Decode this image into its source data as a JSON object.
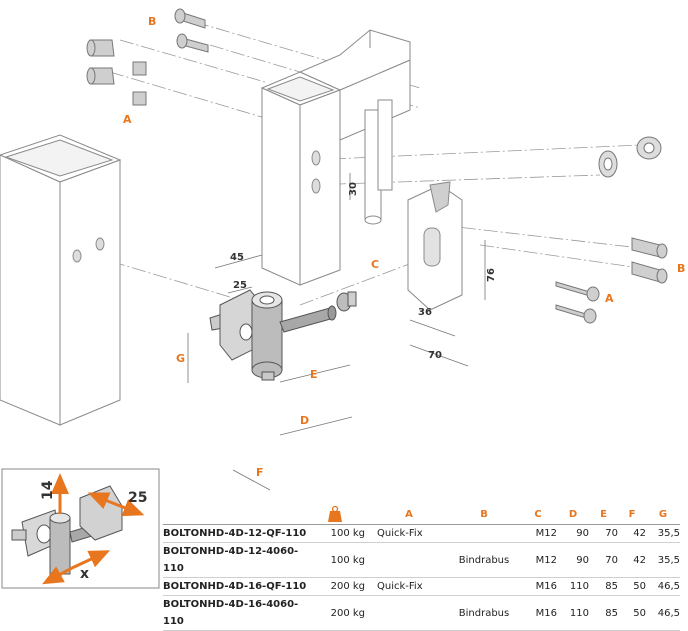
{
  "labels": {
    "A": "A",
    "B": "B",
    "C": "C",
    "D": "D",
    "E": "E",
    "F": "F",
    "G": "G",
    "dim_45": "45",
    "dim_25": "25",
    "dim_30": "30",
    "dim_76": "76",
    "dim_36": "36",
    "dim_70": "70"
  },
  "inset": {
    "adjust_vertical": "14",
    "adjust_horizontal": "25",
    "adjust_x": "x"
  },
  "table": {
    "headers": [
      "A",
      "B",
      "C",
      "D",
      "E",
      "F",
      "G"
    ],
    "rows": [
      {
        "name": "BOLTONHD-4D-12-QF-110",
        "load": "100 kg",
        "a": "Quick-Fix",
        "b": "",
        "c": "M12",
        "d": "90",
        "e": "70",
        "f": "42",
        "g": "35,5"
      },
      {
        "name": "BOLTONHD-4D-12-4060-110",
        "load": "100 kg",
        "a": "",
        "b": "Bindrabus",
        "c": "M12",
        "d": "90",
        "e": "70",
        "f": "42",
        "g": "35,5"
      },
      {
        "name": "BOLTONHD-4D-16-QF-110",
        "load": "200 kg",
        "a": "Quick-Fix",
        "b": "",
        "c": "M16",
        "d": "110",
        "e": "85",
        "f": "50",
        "g": "46,5"
      },
      {
        "name": "BOLTONHD-4D-16-4060-110",
        "load": "200 kg",
        "a": "",
        "b": "Bindrabus",
        "c": "M16",
        "d": "110",
        "e": "85",
        "f": "50",
        "g": "46,5"
      }
    ]
  },
  "colors": {
    "accent": "#e8761f",
    "line": "#8a8a8a",
    "metal": "#b9b9b9"
  }
}
